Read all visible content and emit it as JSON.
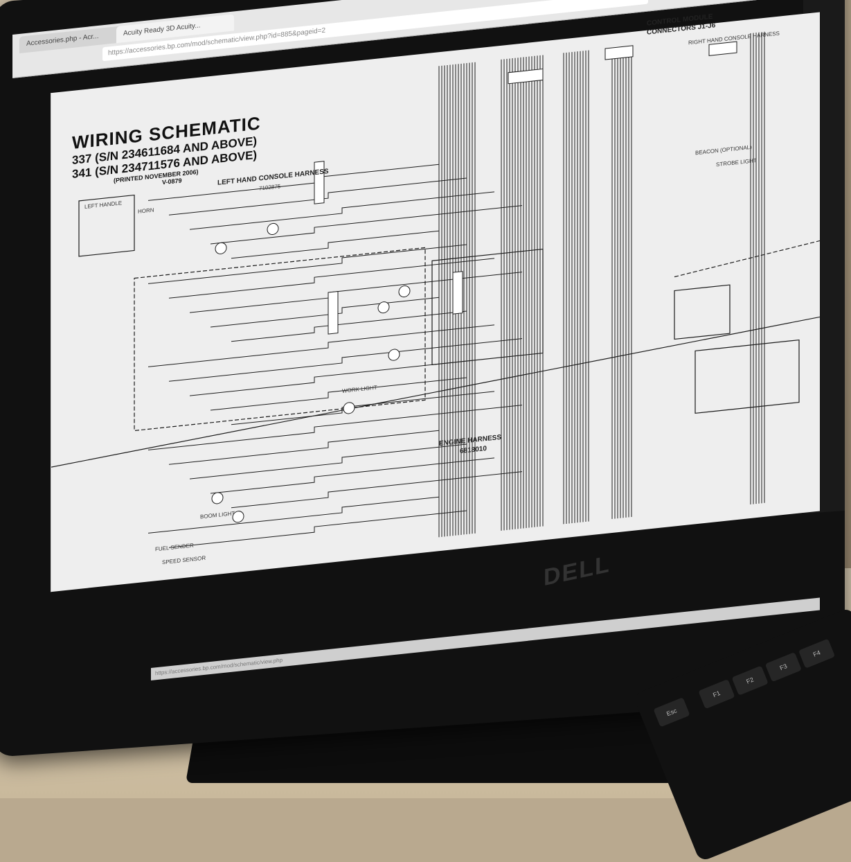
{
  "browser": {
    "tabs": [
      "Accessories.php - Acr...",
      "Acuity Ready 3D Acuity..."
    ],
    "url": "https://accessories.bp.com/mod/schematic/view.php?id=885&pageid=2",
    "status_url": "https://accessories.bp.com/mod/schematic/view.php"
  },
  "schematic": {
    "title": "WIRING SCHEMATIC",
    "model_line_1": "337 (S/N 234611684 AND ABOVE)",
    "model_line_2": "341 (S/N 234711576  AND ABOVE)",
    "printed": "(PRINTED NOVEMBER 2006)",
    "doc_code": "V-0879",
    "left_harness": "LEFT HAND CONSOLE HARNESS",
    "left_harness_no": "7102875",
    "right_harness": "RIGHT HAND CONSOLE HARNESS",
    "control_module": "CONTROL MODULE",
    "control_connectors": "CONNECTORS J1-J6",
    "engine_harness": "ENGINE HARNESS",
    "engine_harness_no": "6818010",
    "callouts": [
      "HORN",
      "LEFT HANDLE",
      "WORK LIGHT",
      "BOOM LIGHT",
      "FUEL SENDER",
      "SPEED SENSOR",
      "BEACON (OPTIONAL)",
      "STROBE LIGHT"
    ]
  },
  "monitor": {
    "brand": "DELL"
  },
  "keyboard": {
    "keys": [
      "Esc",
      "F1",
      "F2",
      "F3",
      "F4"
    ]
  },
  "colors": {
    "bezel": "#111111",
    "paper": "#fcfcfc",
    "wire": "#1a1a1a"
  }
}
